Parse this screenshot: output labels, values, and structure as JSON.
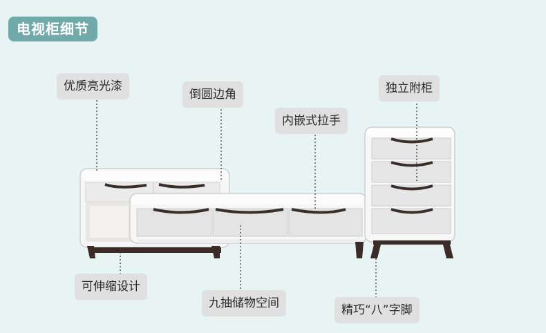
{
  "title": "电视柜细节",
  "labels": {
    "gloss": "优质亮光漆",
    "rounded": "倒圆边角",
    "handle": "内嵌式拉手",
    "cabinet": "独立附柜",
    "extendable": "可伸缩设计",
    "storage": "九抽储物空间",
    "legs": "精巧“八”字脚"
  }
}
